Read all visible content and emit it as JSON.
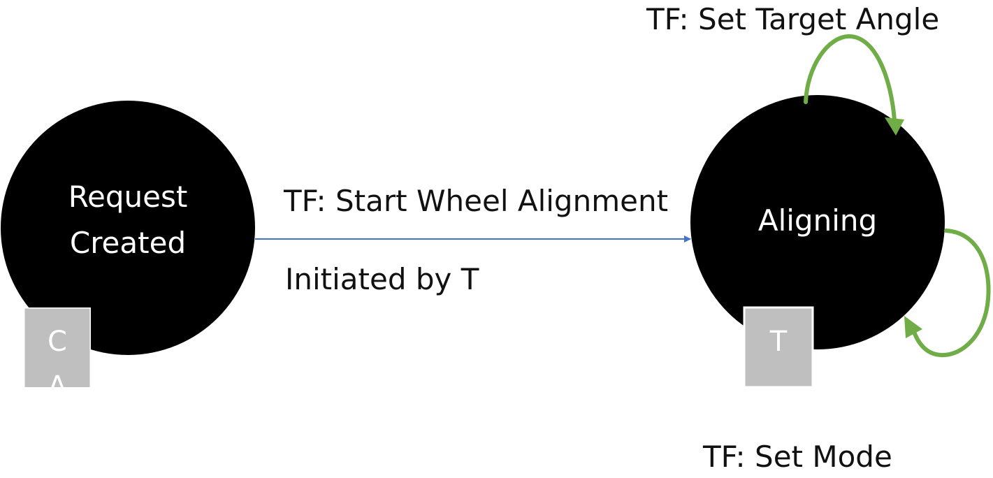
{
  "diagram": {
    "states": [
      {
        "id": "request-created",
        "lines": [
          "Request",
          "Created"
        ],
        "badge": [
          "C",
          "A"
        ]
      },
      {
        "id": "aligning",
        "lines": [
          "Aligning"
        ],
        "badge": [
          "T"
        ]
      }
    ],
    "transitions": [
      {
        "from": "request-created",
        "to": "aligning",
        "label": "TF: Start Wheel Alignment",
        "sublabel": "Initiated by T"
      },
      {
        "from": "aligning",
        "to": "aligning",
        "label": "TF: Set Target Angle"
      },
      {
        "from": "aligning",
        "to": "aligning",
        "label": "TF: Set Mode"
      }
    ],
    "colors": {
      "state_fill": "#000000",
      "state_text": "#ffffff",
      "badge_fill": "#bfbfbf",
      "main_arrow": "#4472c4",
      "self_loop": "#70ad47",
      "edge_text": "#111111"
    }
  }
}
